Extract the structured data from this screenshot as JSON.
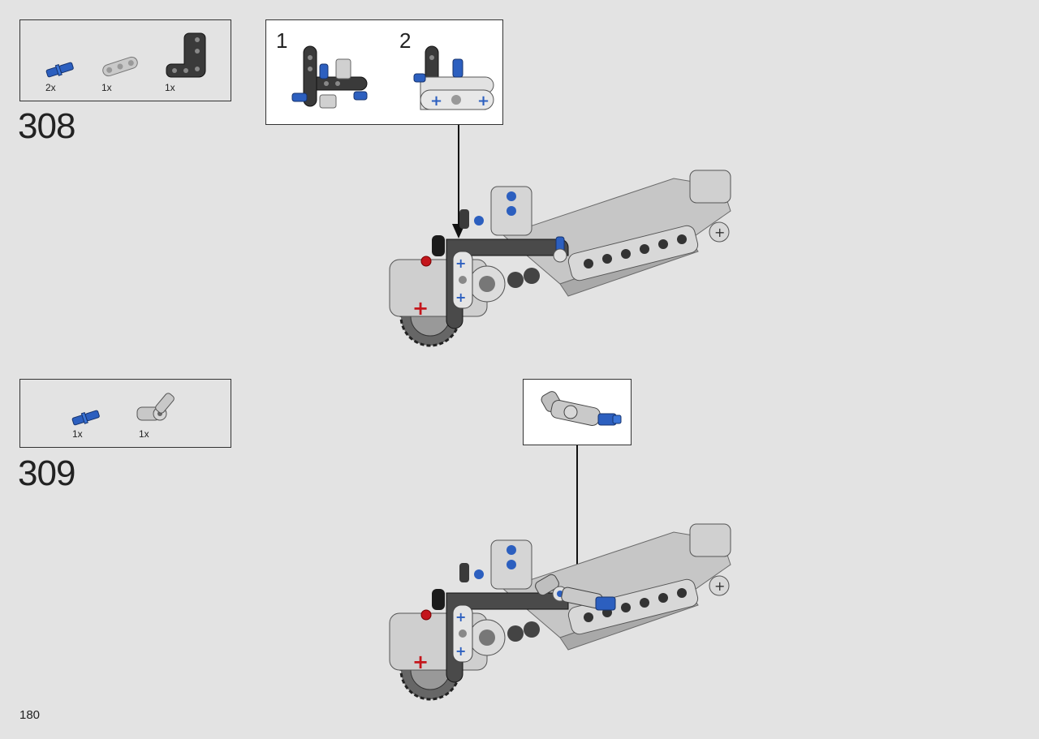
{
  "page_number": "180",
  "steps": [
    {
      "number": "308",
      "parts": [
        {
          "qty": "2x",
          "part": "blue-pin-icon"
        },
        {
          "qty": "1x",
          "part": "light-gray-beam-icon"
        },
        {
          "qty": "1x",
          "part": "dark-gray-L-beam-icon"
        }
      ],
      "substeps": [
        "1",
        "2"
      ]
    },
    {
      "number": "309",
      "parts": [
        {
          "qty": "1x",
          "part": "blue-axle-pin-icon"
        },
        {
          "qty": "1x",
          "part": "gray-angle-connector-icon"
        }
      ]
    }
  ],
  "colors": {
    "background": "#e3e3e3",
    "blue": "#2c5fbf",
    "dark_gray": "#4a4a4a",
    "light_gray": "#bdbdbd",
    "red": "#c4161c"
  }
}
